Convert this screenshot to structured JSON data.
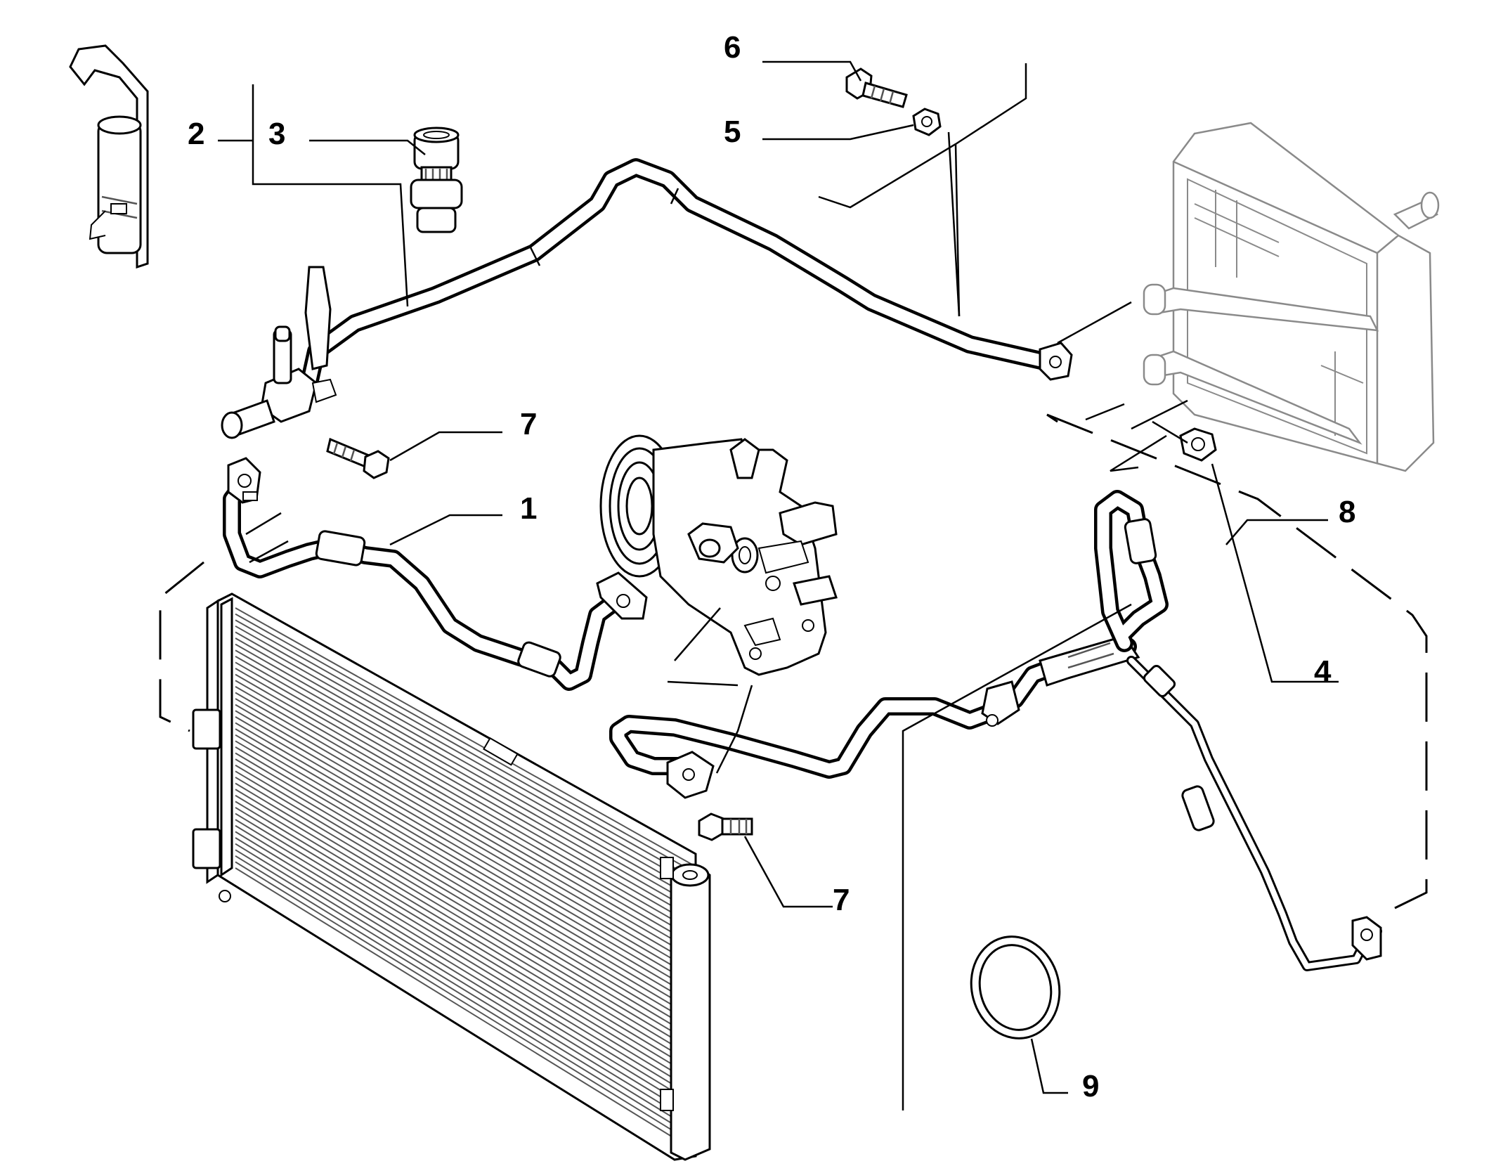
{
  "callouts": [
    {
      "id": "1",
      "label": "1"
    },
    {
      "id": "2",
      "label": "2"
    },
    {
      "id": "3",
      "label": "3"
    },
    {
      "id": "4",
      "label": "4"
    },
    {
      "id": "5",
      "label": "5"
    },
    {
      "id": "6",
      "label": "6"
    },
    {
      "id": "7a",
      "label": "7"
    },
    {
      "id": "7b",
      "label": "7"
    },
    {
      "id": "8",
      "label": "8"
    },
    {
      "id": "9",
      "label": "9"
    }
  ]
}
